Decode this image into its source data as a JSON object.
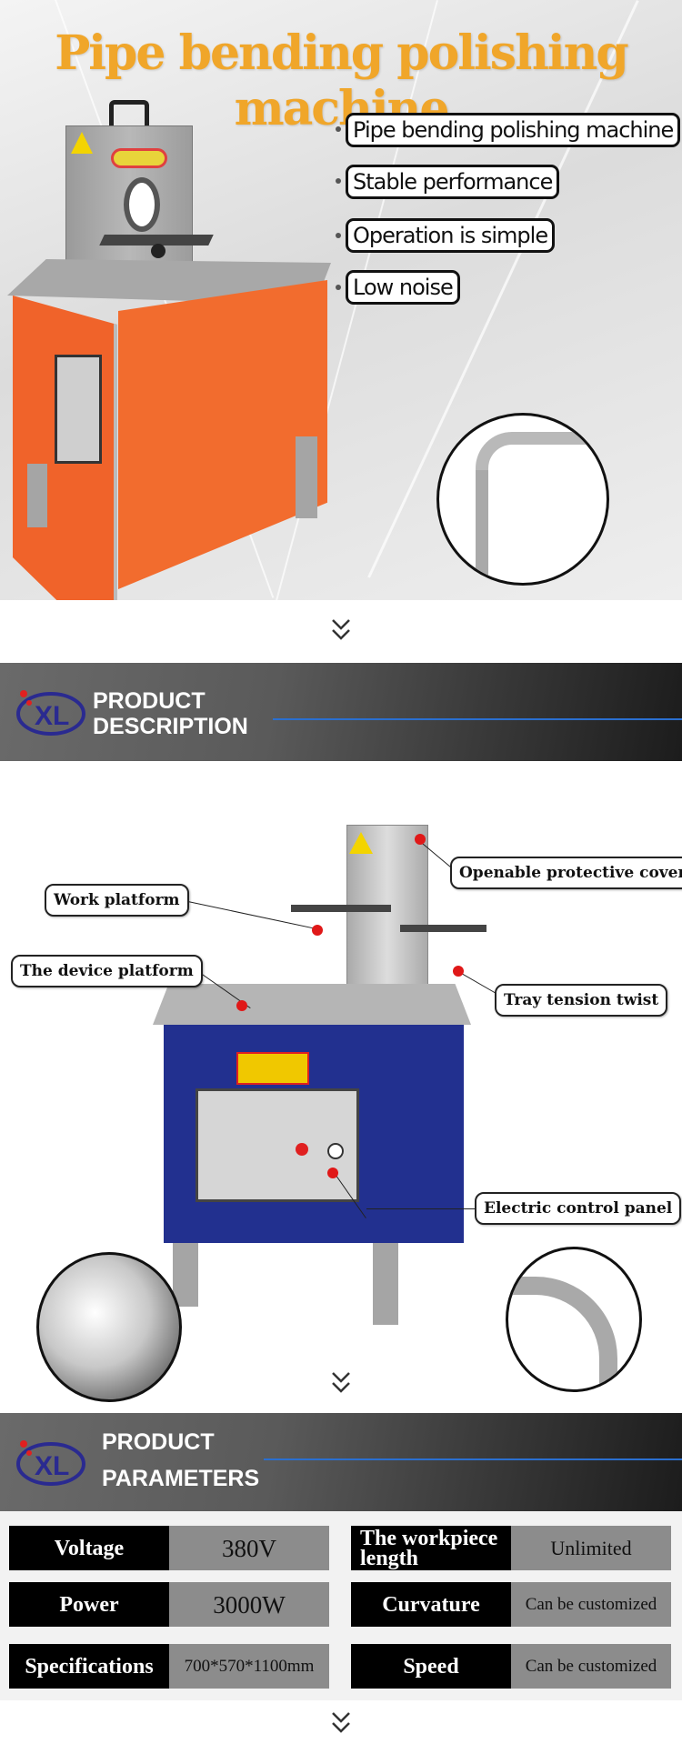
{
  "hero": {
    "title": "Pipe bending polishing machine",
    "features": [
      "Pipe bending polishing machine",
      "Stable performance",
      "Operation is simple",
      "Low noise"
    ]
  },
  "description_banner": {
    "line1": "PRODUCT",
    "line2": "DESCRIPTION",
    "logo_text": "XL"
  },
  "callouts": {
    "work_platform": "Work platform",
    "device_platform": "The device platform",
    "protective_cover": "Openable protective cover",
    "tray_tension": "Tray tension twist",
    "control_panel": "Electric control panel"
  },
  "parameters_banner": {
    "line1": "PRODUCT",
    "line2": "PARAMETERS",
    "logo_text": "XL"
  },
  "parameters": [
    {
      "key": "Voltage",
      "value": "380V"
    },
    {
      "key": "The workpiece length",
      "value": "Unlimited"
    },
    {
      "key": "Power",
      "value": "3000W"
    },
    {
      "key": "Curvature",
      "value": "Can be customized"
    },
    {
      "key": "Specifications",
      "value": "700*570*1100mm"
    },
    {
      "key": "Speed",
      "value": "Can be customized"
    }
  ],
  "colors": {
    "title": "#f0a62a",
    "machine_orange": "#f0632a",
    "machine_blue": "#22308f",
    "accent_line": "#2a6fd0"
  }
}
